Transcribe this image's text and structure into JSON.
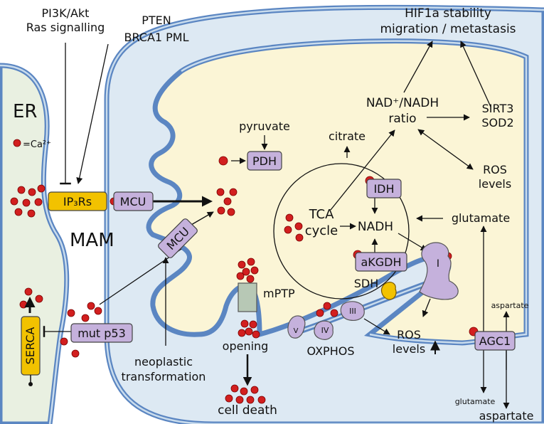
{
  "labels": {
    "pi3k_line1": "PI3K/Akt",
    "pi3k_line2": "Ras signalling",
    "pten_line1": "PTEN",
    "pten_line2": "BRCA1 PML",
    "hif_line1": "HIF1a stability",
    "hif_line2": "migration / metastasis",
    "er": "ER",
    "ca_legend": "=Ca²⁺",
    "mam": "MAM",
    "pyruvate": "pyruvate",
    "citrate": "citrate",
    "nad_line1": "NAD⁺/NADH",
    "nad_line2": "ratio",
    "sirt3": "SIRT3",
    "sod2": "SOD2",
    "ros_levels_line1": "ROS",
    "ros_levels_line2": "levels",
    "tca_line1": "TCA",
    "tca_line2": "cycle",
    "nadh": "NADH",
    "glutamate": "glutamate",
    "sdh": "SDH",
    "mptp": "mPTP",
    "opening": "opening",
    "cell_death": "cell death",
    "oxphos": "OXPHOS",
    "ros_bottom_line1": "ROS",
    "ros_bottom_line2": "levels",
    "neoplastic_line1": "neoplastic",
    "neoplastic_line2": "transformation",
    "aspartate_small": "aspartate",
    "glutamate_small": "glutamate",
    "aspartate_large": "aspartate",
    "complex_i": "I",
    "complex_iii": "III",
    "complex_iv": "IV",
    "complex_v": "V"
  },
  "boxes": {
    "pdh": "PDH",
    "idh": "IDH",
    "akgdh": "aKGDH",
    "ip3rs": "IP₃Rs",
    "mcu_main": "MCU",
    "mcu_diag": "MCU",
    "mut_p53": "mut p53",
    "serca": "SERCA",
    "agc1": "AGC1"
  },
  "colors": {
    "membrane_blue": "#5b86c2",
    "membrane_light": "#c9dced",
    "matrix_cream": "#fbf5d6",
    "ims_blue": "#dde9f3",
    "er_green": "#e9f0e1",
    "box_purple": "#c5b1dc",
    "box_yellow": "#f2c200",
    "ca_red": "#d21f1f",
    "mptp_green": "#b7c8b5"
  }
}
